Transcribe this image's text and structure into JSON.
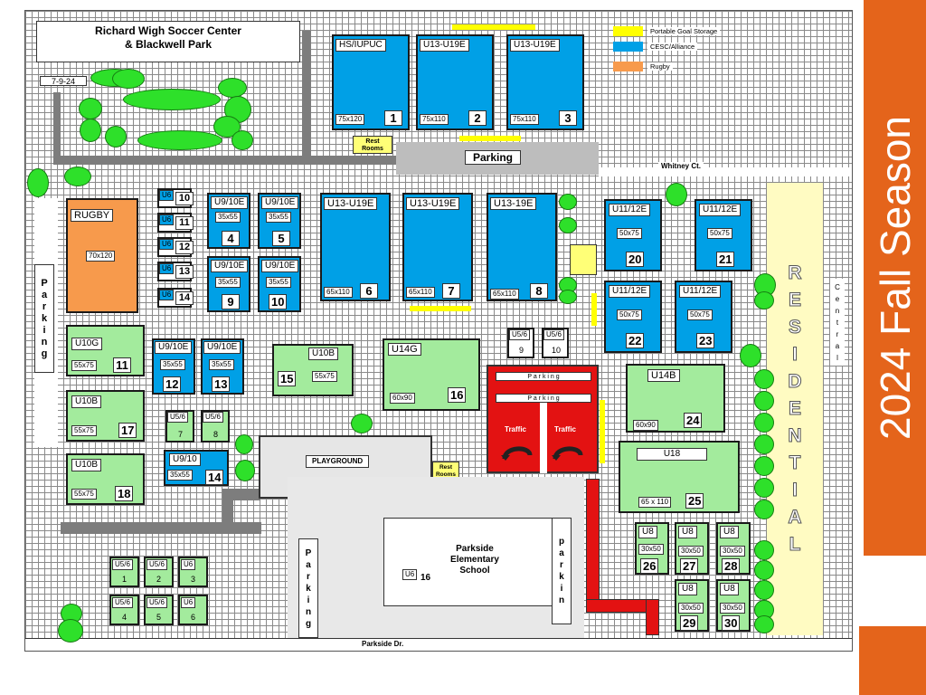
{
  "side_banner": {
    "text": "2024 Fall Season",
    "color": "#e4641b"
  },
  "map": {
    "title_line1": "Richard Wigh Soccer Center",
    "title_line2": "& Blackwell Park",
    "date": "7-9-24",
    "legend": [
      {
        "label": "Portable Goal Storage",
        "color": "#ffff00"
      },
      {
        "label": "CESC/Alliance",
        "color": "#00a0e6"
      },
      {
        "label": "Rugby",
        "color": "#f79a4c"
      }
    ],
    "labels": {
      "parking_top": "Parking",
      "whitney": "Whitney Ct.",
      "rest_rooms_top_1": "Rest",
      "rest_rooms_top_2": "Rooms",
      "rest_rooms_bottom_1": "Rest",
      "rest_rooms_bottom_2": "Rooms",
      "parking_left": [
        "P",
        "a",
        "r",
        "k",
        "i",
        "n",
        "g"
      ],
      "parking_school_left": [
        "P",
        "a",
        "r",
        "k",
        "i",
        "n",
        "g"
      ],
      "parking_school_right": [
        "p",
        "a",
        "r",
        "k",
        "i",
        "n"
      ],
      "residential": [
        "R",
        "E",
        "S",
        "I",
        "D",
        "E",
        "N",
        "T",
        "I",
        "A",
        "L"
      ],
      "central": [
        "C",
        "e",
        "n",
        "t",
        "r",
        "a",
        "l"
      ],
      "playground": "PLAYGROUND",
      "school_1": "Parkside",
      "school_2": "Elementary",
      "school_3": "School",
      "school_field_age": "U6",
      "school_field_num": "16",
      "parkside_dr": "Parkside Dr.",
      "lot_parking_1": "P a r k i n g",
      "lot_parking_2": "P a r k i n g",
      "traffic_1": "Traffic",
      "traffic_2": "Traffic"
    },
    "fields": {
      "f1": {
        "age": "HS/IUPUC",
        "size": "75x120",
        "num": "1"
      },
      "f2": {
        "age": "U13-U19E",
        "size": "75x110",
        "num": "2"
      },
      "f3": {
        "age": "U13-U19E",
        "size": "75x110",
        "num": "3"
      },
      "rugby": {
        "age": "RUGBY",
        "size": "70x120"
      },
      "f6": {
        "age": "U13-U19E",
        "size": "65x110",
        "num": "6"
      },
      "f7": {
        "age": "U13-U19E",
        "size": "65x110",
        "num": "7"
      },
      "f8": {
        "age": "U13-19E",
        "size": "65x110",
        "num": "8"
      },
      "s10": {
        "age": "U6",
        "num": "10"
      },
      "s11": {
        "age": "U6",
        "num": "11"
      },
      "s12": {
        "age": "U6",
        "num": "12"
      },
      "s13": {
        "age": "U6",
        "num": "13"
      },
      "s14": {
        "age": "U6",
        "num": "14"
      },
      "f4": {
        "age": "U9/10E",
        "size": "35x55",
        "num": "4"
      },
      "f5": {
        "age": "U9/10E",
        "size": "35x55",
        "num": "5"
      },
      "f9": {
        "age": "U9/10E",
        "size": "35x55",
        "num": "9"
      },
      "f10": {
        "age": "U9/10E",
        "size": "35x55",
        "num": "10"
      },
      "f20": {
        "age": "U11/12E",
        "size": "50x75",
        "num": "20"
      },
      "f21": {
        "age": "U11/12E",
        "size": "50x75",
        "num": "21"
      },
      "f22": {
        "age": "U11/12E",
        "size": "50x75",
        "num": "22"
      },
      "f23": {
        "age": "U11/12E",
        "size": "50x75",
        "num": "23"
      },
      "f11": {
        "age": "U10G",
        "size": "55x75",
        "num": "11"
      },
      "g12": {
        "age": "U9/10E",
        "size": "35x55",
        "num": "12"
      },
      "g13": {
        "age": "U9/10E",
        "size": "35x55",
        "num": "13"
      },
      "f15": {
        "age": "U10B",
        "size": "55x75",
        "num": "15"
      },
      "f16": {
        "age": "U14G",
        "size": "60x90",
        "num": "16"
      },
      "u9": {
        "age": "U5/6",
        "num": "9"
      },
      "u10": {
        "age": "U5/6",
        "num": "10"
      },
      "f17": {
        "age": "U10B",
        "size": "55x75",
        "num": "17"
      },
      "u7": {
        "age": "U5/6",
        "num": "7"
      },
      "u8": {
        "age": "U5/6",
        "num": "8"
      },
      "f14b": {
        "age": "U9/10",
        "size": "35x55",
        "num": "14"
      },
      "f18": {
        "age": "U10B",
        "size": "55x75",
        "num": "18"
      },
      "f24": {
        "age": "U14B",
        "size": "60x90",
        "num": "24"
      },
      "f25": {
        "age": "U18",
        "size": "65 x 110",
        "num": "25"
      },
      "f26": {
        "age": "U8",
        "size": "30x50",
        "num": "26"
      },
      "f27": {
        "age": "U8",
        "size": "30x50",
        "num": "27"
      },
      "f28": {
        "age": "U8",
        "size": "30x50",
        "num": "28"
      },
      "f29": {
        "age": "U8",
        "size": "30x50",
        "num": "29"
      },
      "f30": {
        "age": "U8",
        "size": "30x50",
        "num": "30"
      },
      "b1": {
        "age": "U5/6",
        "num": "1"
      },
      "b2": {
        "age": "U5/6",
        "num": "2"
      },
      "b3": {
        "age": "U6",
        "num": "3"
      },
      "b4": {
        "age": "U5/6",
        "num": "4"
      },
      "b5": {
        "age": "U5/6",
        "num": "5"
      },
      "b6": {
        "age": "U6",
        "num": "6"
      }
    }
  }
}
